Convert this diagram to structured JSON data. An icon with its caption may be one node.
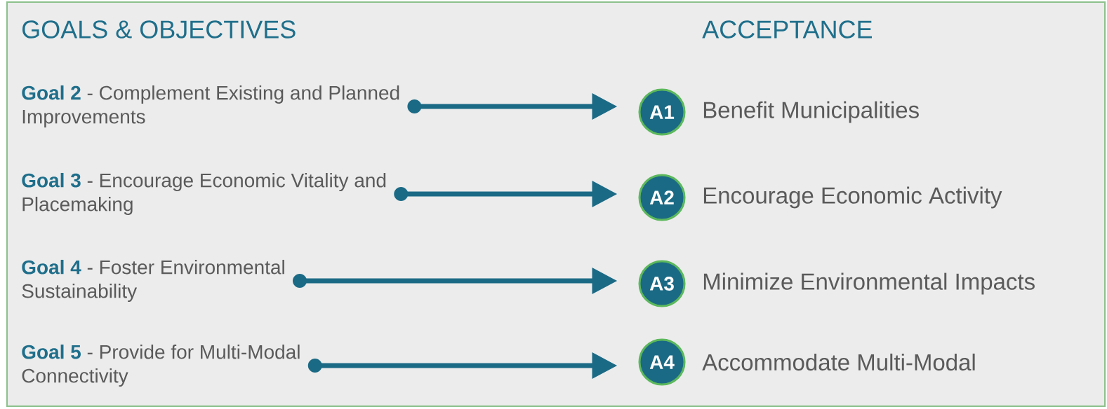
{
  "diagram": {
    "title": "GOALS & OBJECTIVES",
    "nodes": [
      {
        "text": [
          "**Goal 2** -  Complement Existing and Planned Improvements"
        ]
      },
      {
        "text": [
          "**Goal 3** - Encourage Economic Vitality and Placemaking"
        ]
      },
      {
        "text": [
          "**Goal 4** - Foster Environmental Sustainability"
        ]
      },
      {
        "text": [
          "**Goal 5** - Provide for Multi-Modal Connectivity"
        ]
      },
      {
        "text": [
          "A1"
        ],
        "beside": [
          "Benefit Municipalities"
        ]
      },
      {
        "text": [
          "A2"
        ],
        "beside": [
          "Encourage Economic Activity"
        ]
      },
      {
        "text": [
          "A3"
        ],
        "beside": [
          "Minimize Environmental Impacts"
        ]
      },
      {
        "text": [
          "A4"
        ],
        "beside": [
          "Accommodate Multi-Modal"
        ]
      }
    ],
    "edges": [
      {
        "from": 0,
        "to": 4,
        "arrow": "to"
      },
      {
        "from": 1,
        "to": 5,
        "arrow": "to"
      },
      {
        "from": 2,
        "to": 6,
        "arrow": "to"
      },
      {
        "from": 3,
        "to": 7,
        "arrow": "to"
      }
    ],
    "labels": [
      "ACCEPTANCE"
    ]
  }
}
